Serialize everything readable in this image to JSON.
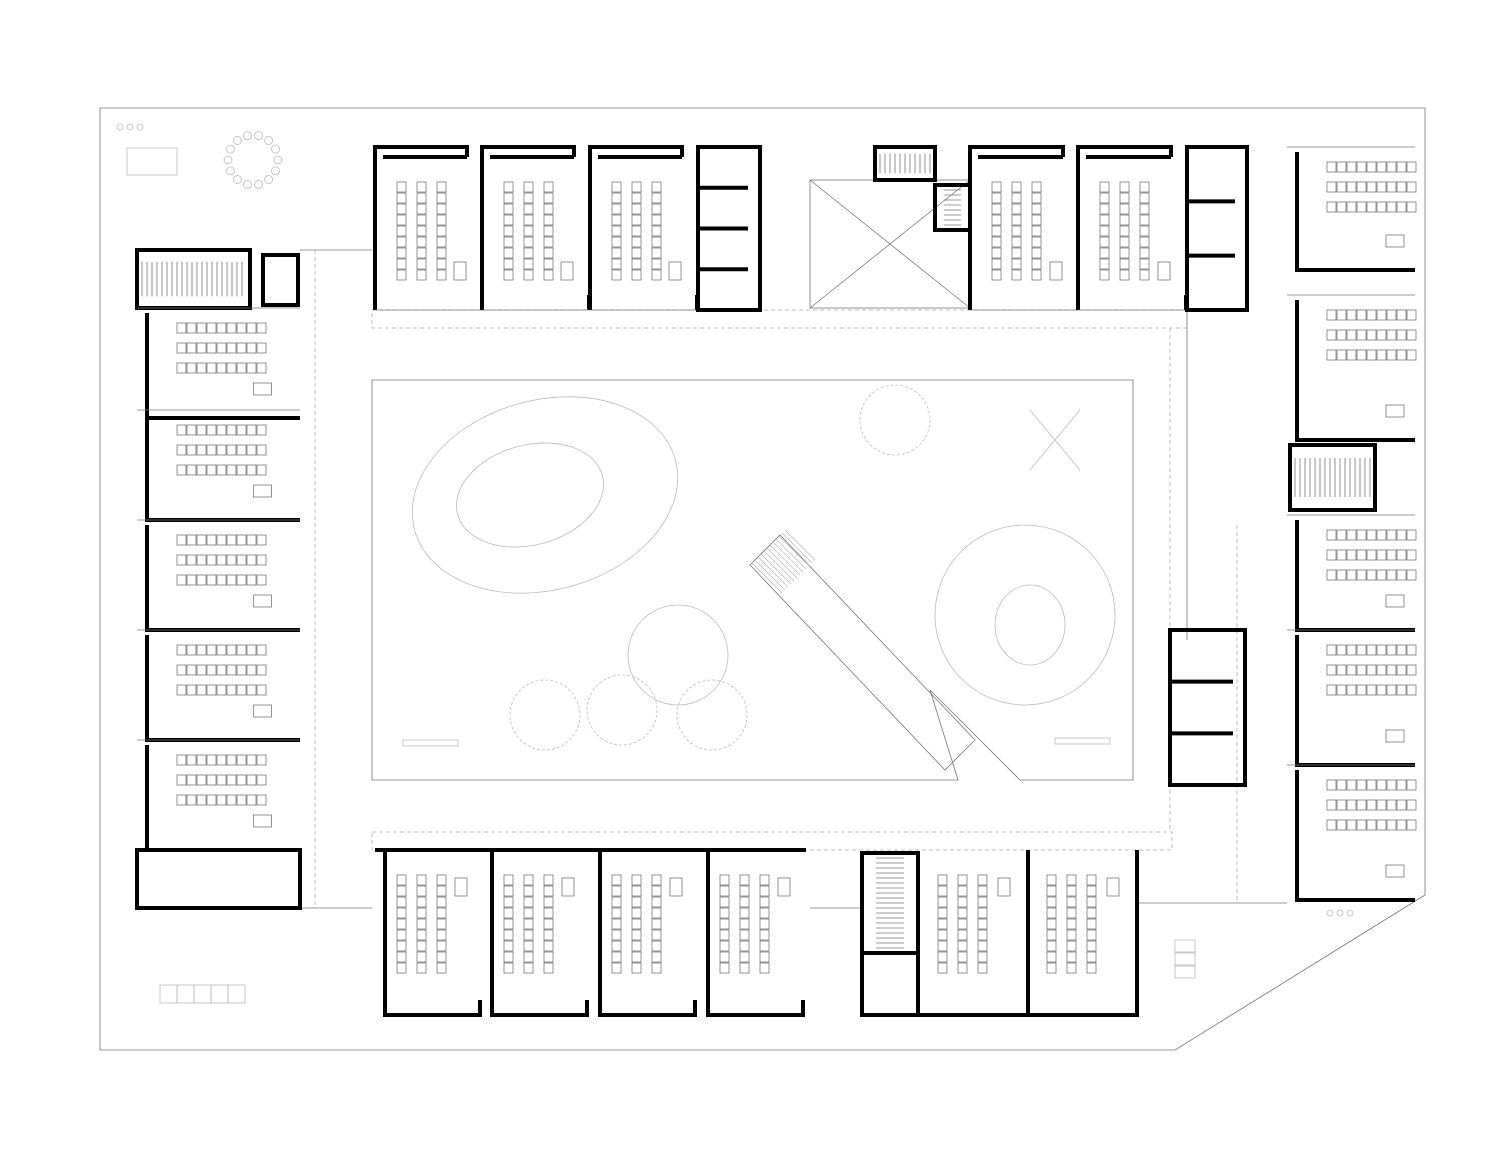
{
  "plan": {
    "type": "school floor plan",
    "colors": {
      "wall": "#000000",
      "furniture": "#666666",
      "landscape": "#bbbbbb",
      "background": "#ffffff"
    },
    "classroom_seating": {
      "seat_columns": 3,
      "seats_per_column": 9
    }
  }
}
